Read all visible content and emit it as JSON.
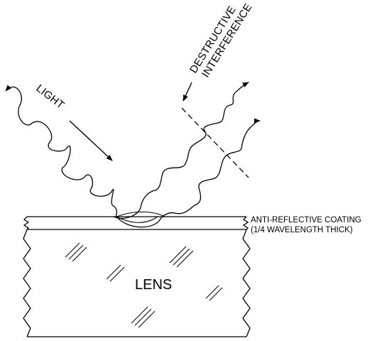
{
  "labels": {
    "light": "LIGHT",
    "destructive_line1": "DESTRUCTIVE",
    "destructive_line2": "INTERFERENCE",
    "coating_line1": "ANTI-REFLECTIVE COATING",
    "coating_line2": "(1/4 WAVELENGTH THICK)",
    "lens": "LENS"
  },
  "colors": {
    "ink": "#000000",
    "background": "#ffffff"
  }
}
